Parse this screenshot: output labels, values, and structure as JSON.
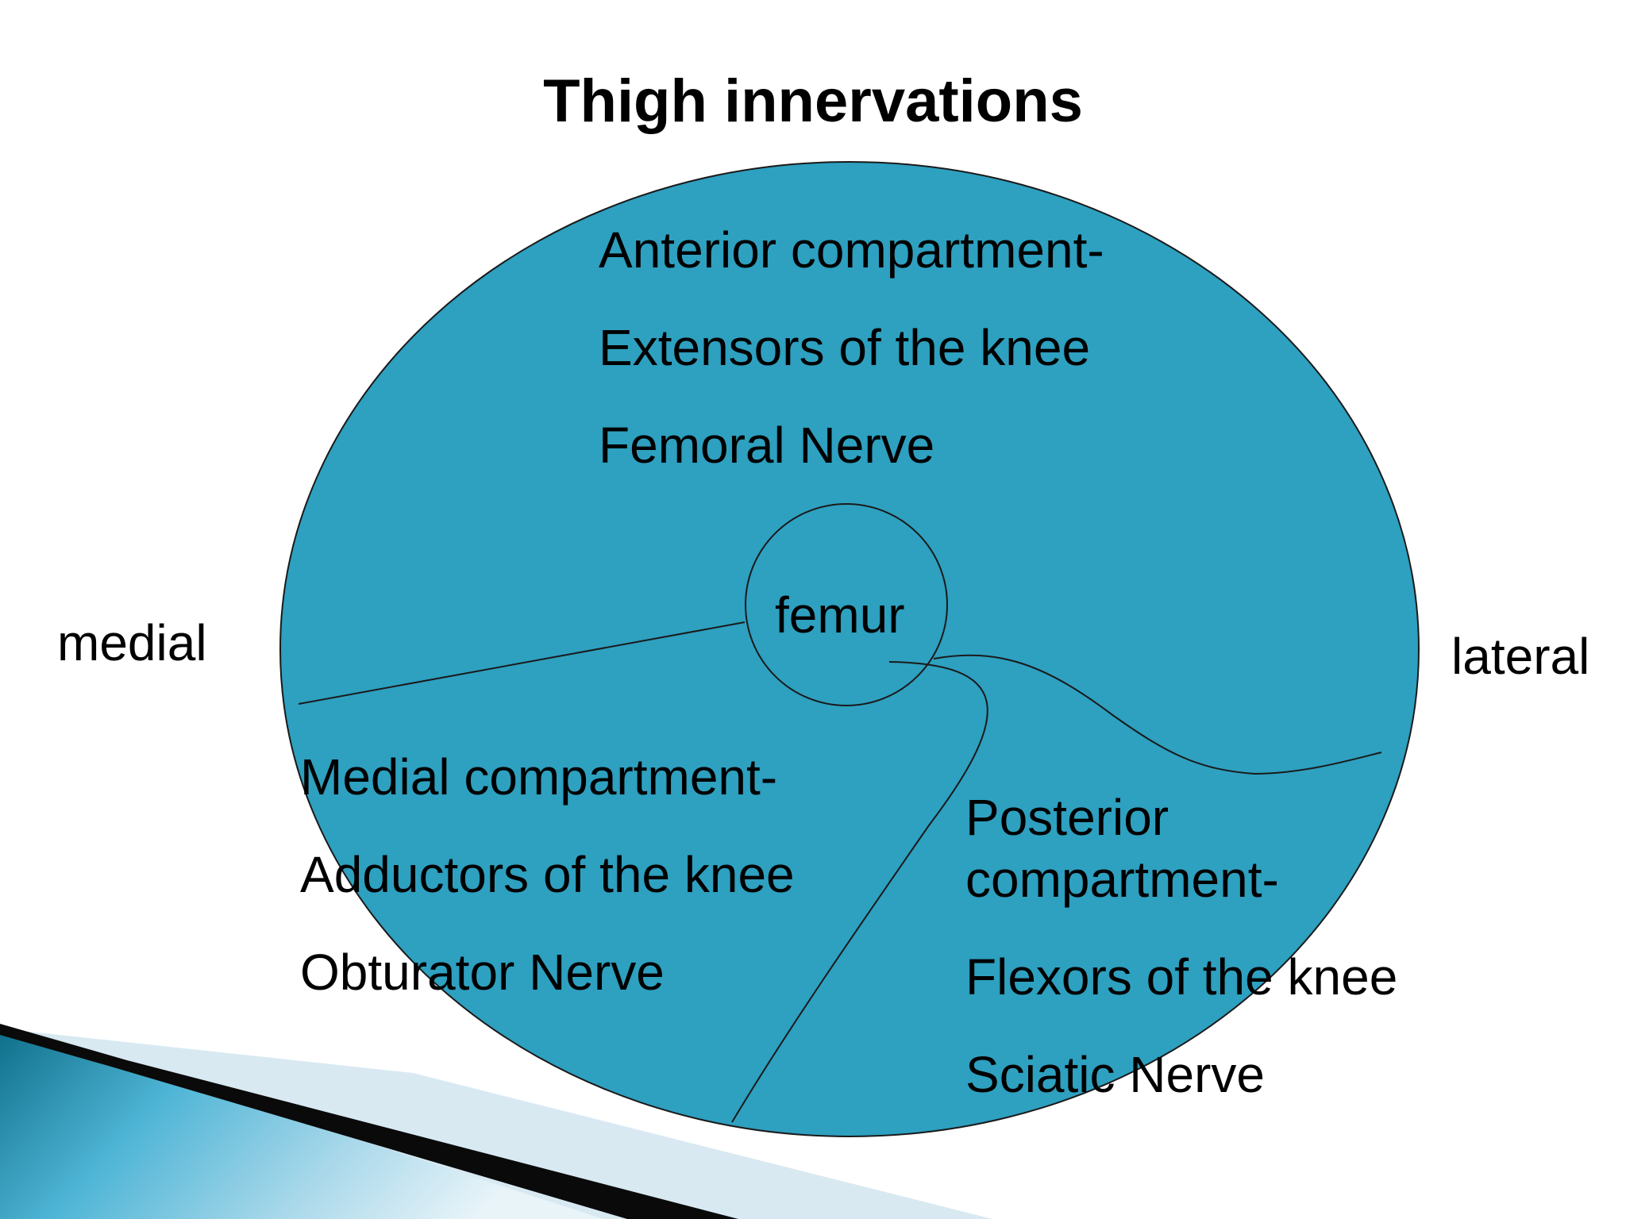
{
  "title": "Thigh innervations",
  "colors": {
    "thigh_fill": "#2ea0c0",
    "outline": "#1a1a1a",
    "text": "#000000"
  },
  "orientation": {
    "left": "medial",
    "right": "lateral"
  },
  "center": {
    "label": "femur"
  },
  "compartments": {
    "anterior": {
      "heading": "Anterior compartment-",
      "action": "Extensors of the knee",
      "nerve": "Femoral Nerve"
    },
    "medial": {
      "heading": "Medial compartment-",
      "action": "Adductors of the knee",
      "nerve": "Obturator Nerve"
    },
    "posterior": {
      "heading_line1": "Posterior",
      "heading_line2": "compartment-",
      "action": "Flexors of the knee",
      "nerve": "Sciatic Nerve"
    }
  }
}
